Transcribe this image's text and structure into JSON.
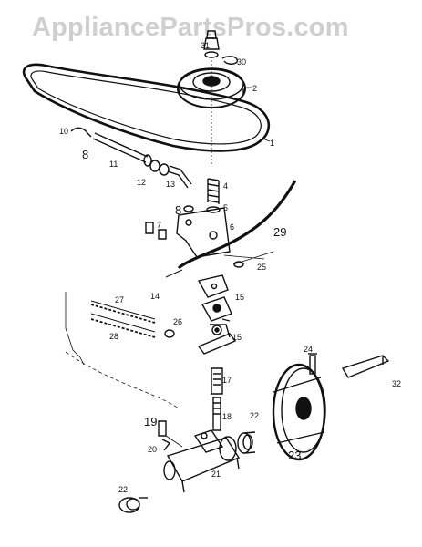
{
  "watermark": "AppliancePartsPros.com",
  "callouts": {
    "c1": "1",
    "c2": "2",
    "c4": "4",
    "c5": "5",
    "c6": "6",
    "c7": "7",
    "c8a": "8",
    "c8b": "8",
    "c10": "10",
    "c11": "11",
    "c12": "12",
    "c13": "13",
    "c14": "14",
    "c15a": "15",
    "c15b": "15",
    "c17": "17",
    "c18": "18",
    "c19": "19",
    "c20": "20",
    "c21": "21",
    "c22a": "22",
    "c22b": "22",
    "c23": "23",
    "c24": "24",
    "c25": "25",
    "c26": "26",
    "c27": "27",
    "c28": "28",
    "c29": "29",
    "c30": "30",
    "c31": "31",
    "c32": "32"
  }
}
